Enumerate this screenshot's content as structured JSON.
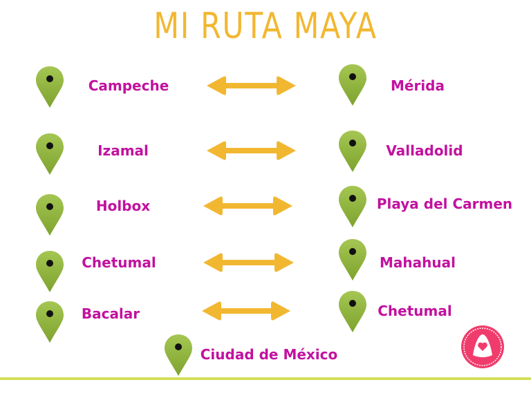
{
  "title": "MI RUTA MAYA",
  "colors": {
    "accent": "#f2b731",
    "label": "#c2119f",
    "pin": "#8db53a",
    "line": "#d3df5c",
    "logo": "#f03c6c"
  },
  "left": [
    {
      "label": "Campeche"
    },
    {
      "label": "Izamal"
    },
    {
      "label": "Holbox"
    },
    {
      "label": "Chetumal"
    },
    {
      "label": "Bacalar"
    }
  ],
  "right": [
    {
      "label": "Mérida"
    },
    {
      "label": "Valladolid"
    },
    {
      "label": "Playa del Carmen"
    },
    {
      "label": "Mahahual"
    },
    {
      "label": "Chetumal"
    }
  ],
  "final": {
    "label": "Ciudad de México"
  },
  "icons": {
    "pin": "map-pin-icon",
    "arrow": "double-arrow-icon",
    "logo": "backpack-heart-logo"
  }
}
